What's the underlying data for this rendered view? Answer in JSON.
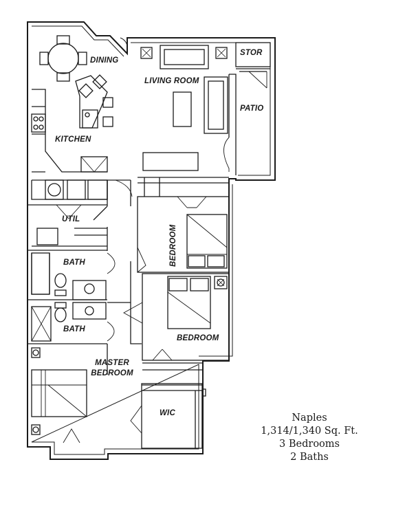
{
  "rooms": {
    "dining": "DINING",
    "living_room": "LIVING ROOM",
    "stor": "STOR",
    "patio": "PATIO",
    "kitchen": "KITCHEN",
    "util": "UTIL",
    "bedroom_upper": "BEDROOM",
    "bath_upper": "BATH",
    "bedroom_middle": "BEDROOM",
    "bath_lower": "BATH",
    "master_line1": "MASTER",
    "master_line2": "BEDROOM",
    "wic": "WIC"
  },
  "info": {
    "name": "Naples",
    "area": "1,314/1,340 Sq. Ft.",
    "bedrooms": "3 Bedrooms",
    "baths": "2 Baths"
  }
}
